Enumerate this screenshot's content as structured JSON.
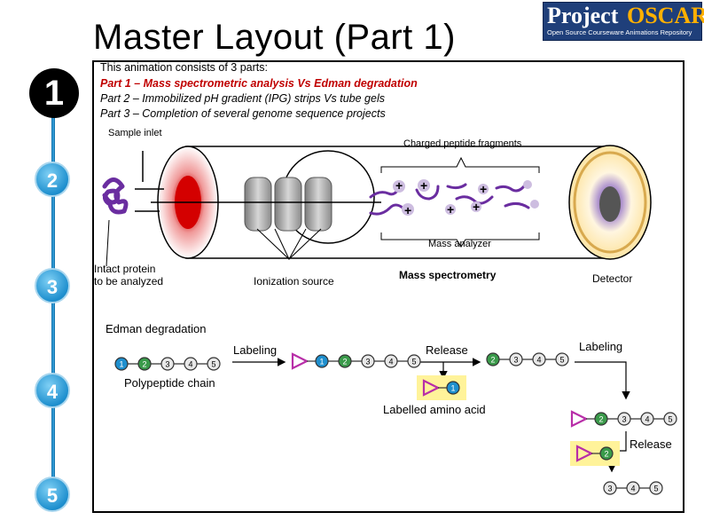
{
  "header": {
    "title": "Master Layout (Part 1)"
  },
  "logo": {
    "word1": "Project",
    "word2": "OSCAR",
    "tagline": "Open Source Courseware Animations Repository"
  },
  "steps": [
    "1",
    "2",
    "3",
    "4",
    "5"
  ],
  "intro": {
    "line1": "This animation consists of 3 parts:",
    "line2": "Part 1 – Mass spectrometric analysis Vs Edman degradation",
    "line3": "Part 2 – Immobilized pH gradient  (IPG) strips Vs tube gels",
    "line4": "Part 3 – Completion of several genome sequence projects"
  },
  "ms": {
    "sample_inlet": "Sample inlet",
    "charged_fragments": "Charged peptide fragments",
    "mass_analyzer": "Mass analyzer",
    "intact_protein": "Intact protein\nto be analyzed",
    "ionization_source": "Ionization source",
    "mass_spectrometry": "Mass spectrometry",
    "detector": "Detector",
    "charge_symbol": "+"
  },
  "edman": {
    "title": "Edman degradation",
    "labeling": "Labeling",
    "release": "Release",
    "polypeptide_chain": "Polypeptide chain",
    "labelled_amino_acid": "Labelled amino acid",
    "labeling2": "Labeling",
    "release2": "Release",
    "residues": [
      "1",
      "2",
      "3",
      "4",
      "5"
    ]
  },
  "colors": {
    "bead1": "#1e8fce",
    "bead2": "#3a9a4a",
    "bead_other": "#e8e8e8",
    "label_tag": "#b82ea8",
    "highlight_box": "#fff39a"
  }
}
